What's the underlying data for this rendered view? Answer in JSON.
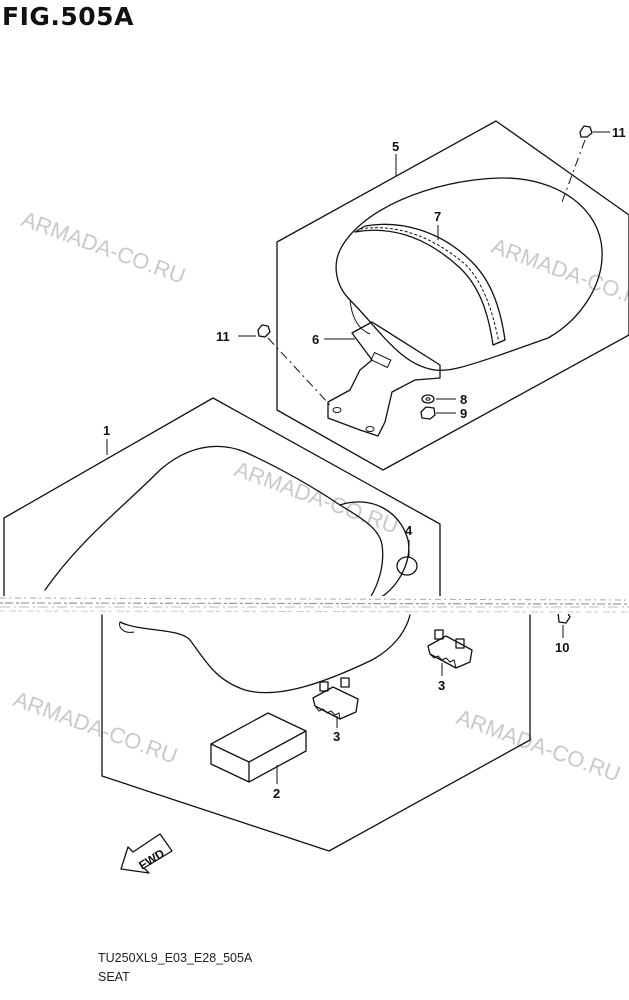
{
  "figure_title": "FIG.505A",
  "model_code": "TU250XL9_E03_E28_505A",
  "section_name": "SEAT",
  "watermark": "ARMADA-CO.RU",
  "fwd_label": "FWD",
  "callouts": {
    "c1": "1",
    "c2": "2",
    "c3a": "3",
    "c3b": "3",
    "c4": "4",
    "c5": "5",
    "c6": "6",
    "c7": "7",
    "c8": "8",
    "c9": "9",
    "c10": "10",
    "c11a": "11",
    "c11b": "11"
  },
  "colors": {
    "line": "#111111",
    "watermark": "#c9c9c9",
    "background": "#ffffff"
  }
}
